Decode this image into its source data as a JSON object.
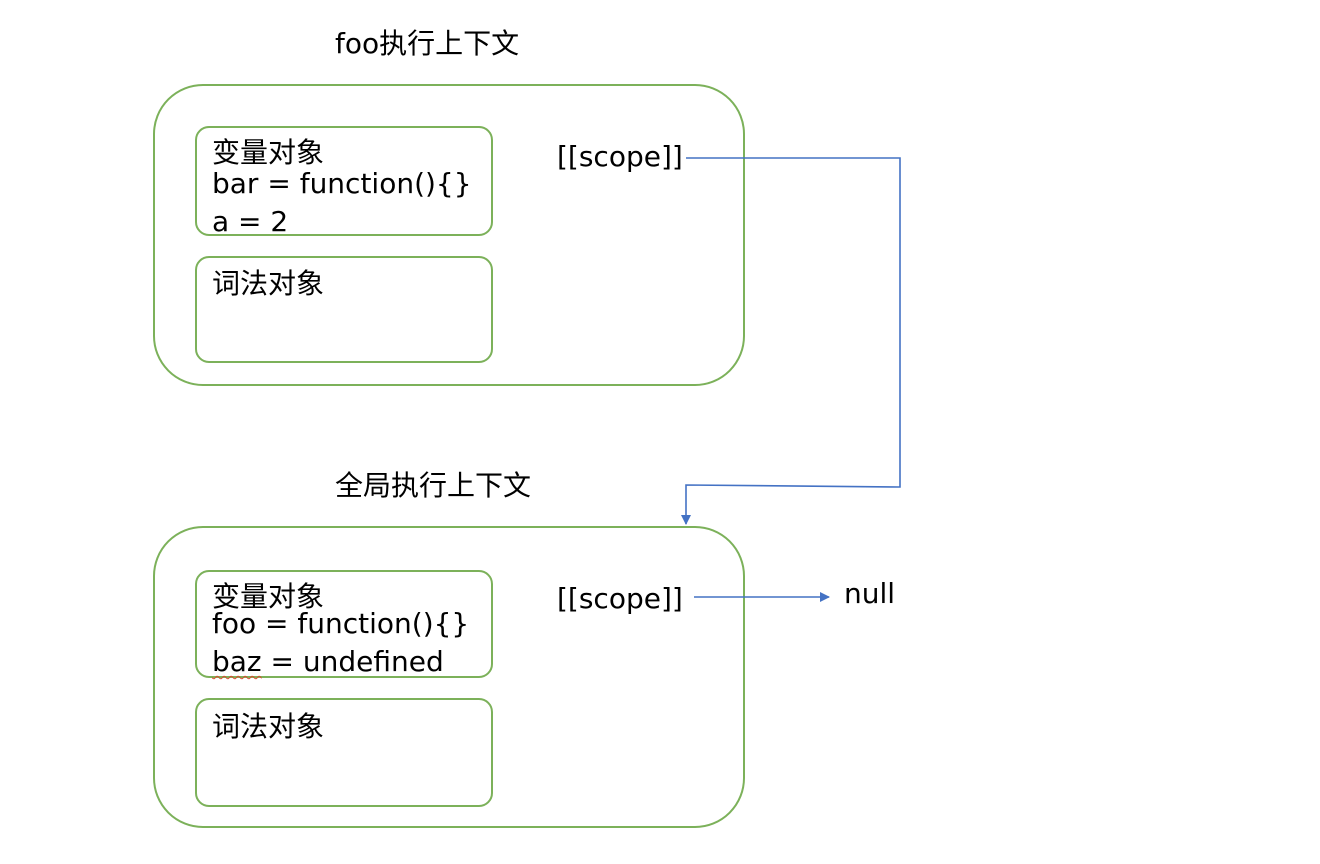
{
  "foo_context": {
    "title": "foo执行上下文",
    "variable_object": {
      "label": "变量对象",
      "entries": [
        "bar = function(){}",
        "a = 2"
      ]
    },
    "lexical_object": {
      "label": "词法对象"
    },
    "scope_label": "[[scope]]"
  },
  "global_context": {
    "title": "全局执行上下文",
    "variable_object": {
      "label": "变量对象",
      "entry_1_name": "foo",
      "entry_1_rest": " = function(){}",
      "entry_2_name": "baz",
      "entry_2_rest": " = undefined"
    },
    "lexical_object": {
      "label": "词法对象"
    },
    "scope_label": "[[scope]]"
  },
  "null_label": "null",
  "colors": {
    "box_border": "#7cb15a",
    "arrow": "#4472c4",
    "spell_underline": "#d9492e"
  }
}
